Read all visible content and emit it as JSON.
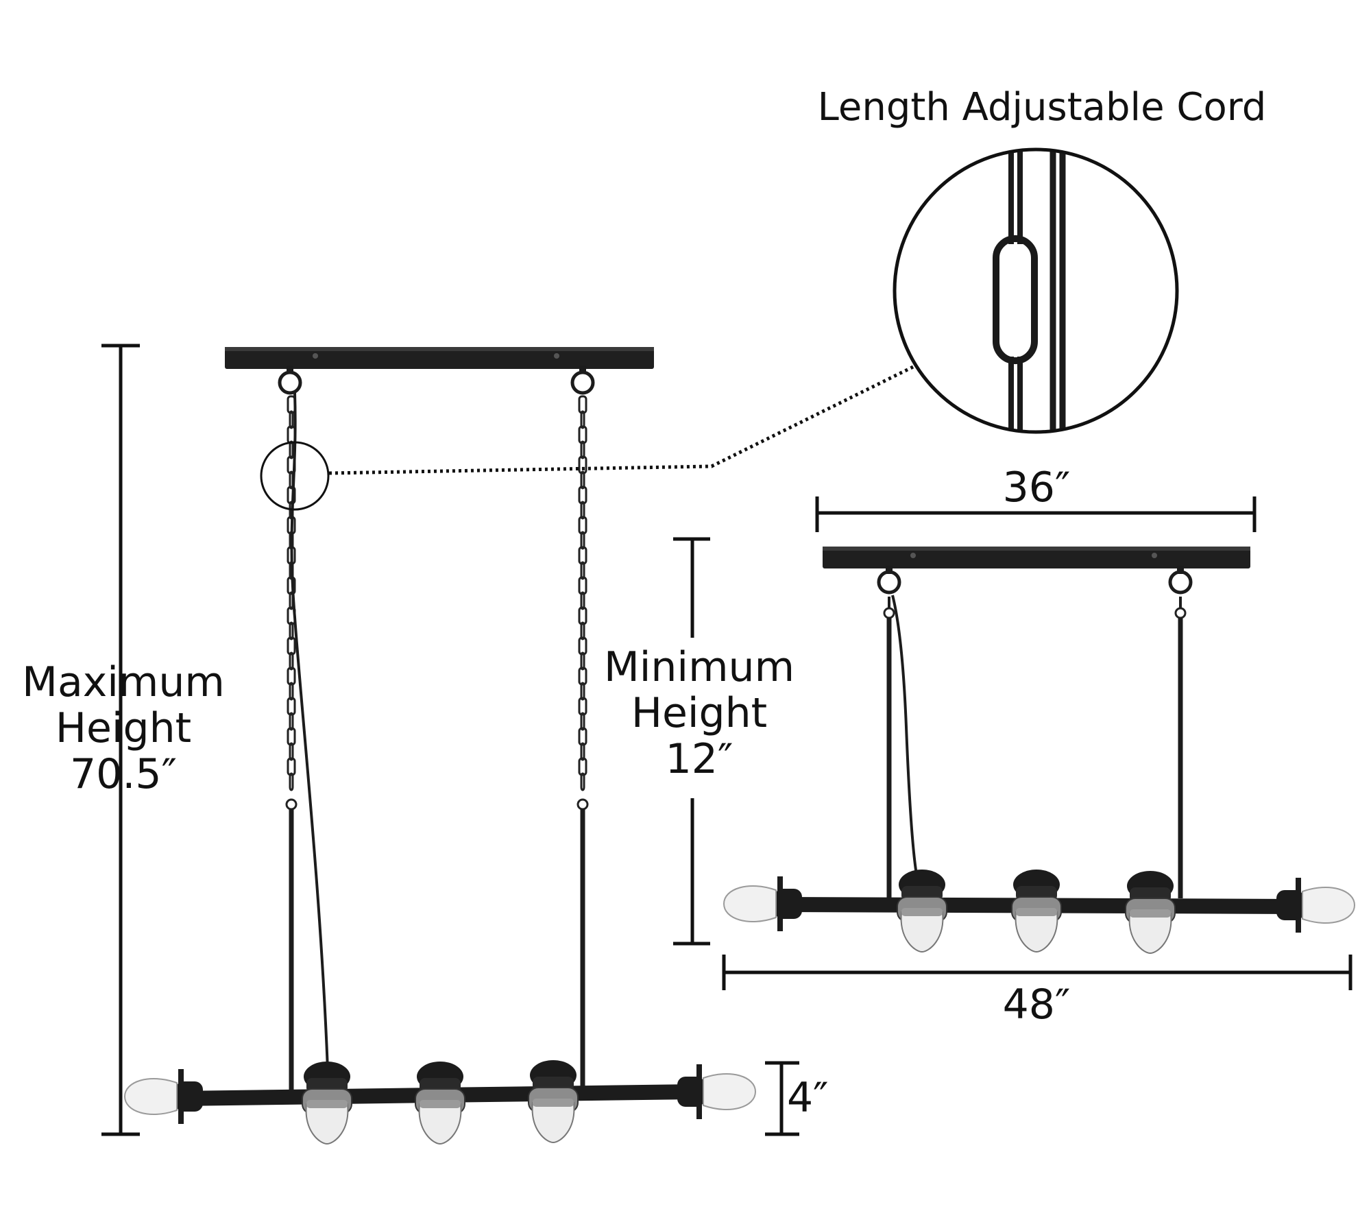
{
  "colors": {
    "ink": "#111111",
    "fixture": "#1c1c1c",
    "bulb": "#f1f1f1",
    "socket": "#8c8c8c"
  },
  "labels": {
    "title": "Length Adjustable Cord",
    "max_line1": "Maximum",
    "max_line2": "Height",
    "max_value": "70.5″",
    "min_line1": "Minimum",
    "min_line2": "Height",
    "min_value": "12″",
    "canopy_width": "36″",
    "fixture_width": "48″",
    "arm_height": "4″"
  }
}
